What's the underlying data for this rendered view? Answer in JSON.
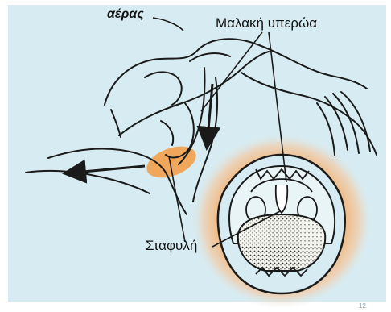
{
  "colors": {
    "background_panel": "#d7ecf2",
    "highlight_orange": "#f3a04b",
    "line": "#1a1a1a"
  },
  "labels": {
    "air": "αέρας",
    "soft_palate": "Μαλακή υπερώα",
    "uvula": "Σταφυλή",
    "page_number": "12"
  }
}
